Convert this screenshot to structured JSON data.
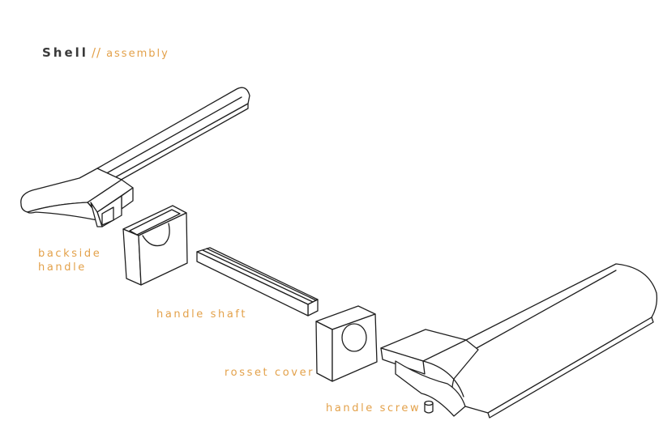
{
  "title": {
    "main": "Shell",
    "separator": "//",
    "sub": "assembly"
  },
  "labels": {
    "backside_handle": [
      "backside",
      "handle"
    ],
    "handle_shaft": "handle shaft",
    "rosset_cover": "rosset cover",
    "handle_screw": "handle screw"
  },
  "colors": {
    "accent": "#e3a14a",
    "title_text": "#3a3a3a",
    "line": "#1f1f1f",
    "background": "#ffffff"
  }
}
